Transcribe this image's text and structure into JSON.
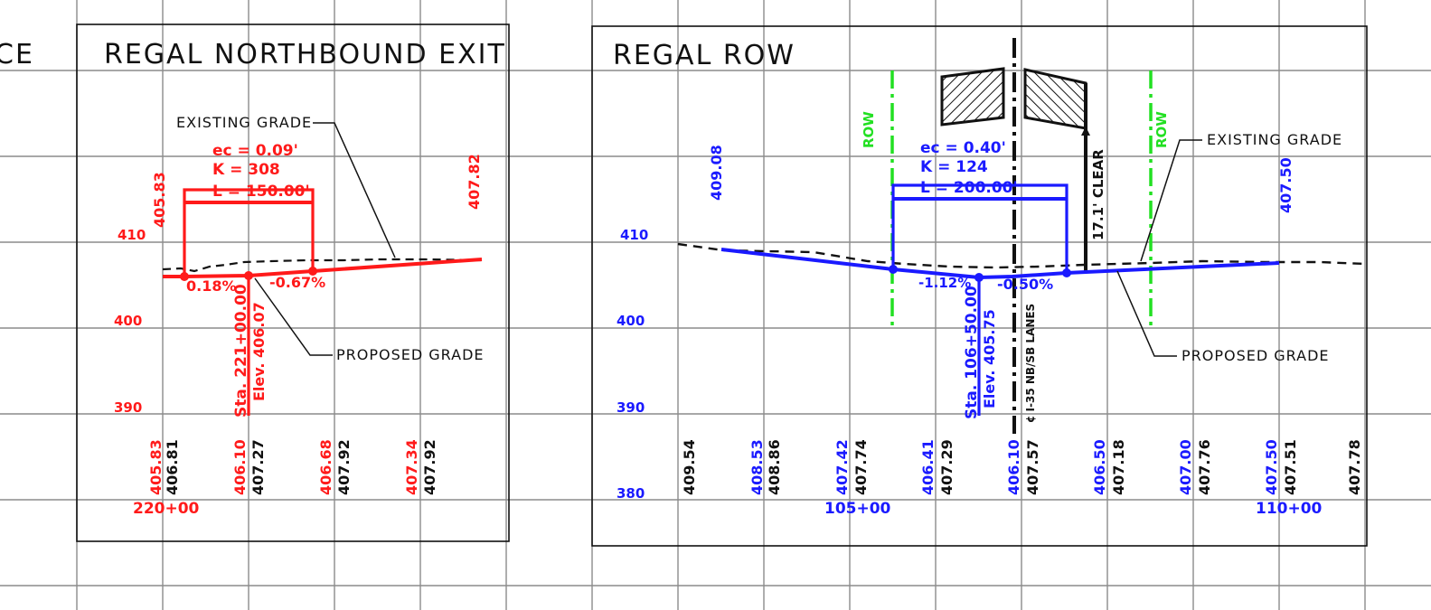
{
  "left_sheet": {
    "title_fragment": "CE",
    "title": "REGAL NORTHBOUND EXIT",
    "existing_grade_label": "EXISTING GRADE",
    "proposed_grade_label": "PROPOSED GRADE",
    "curve": {
      "ec": "ec = 0.09'",
      "k": "K = 308",
      "l": "L = 150.00'"
    },
    "grades": {
      "left": "0.18%",
      "right": "-0.67%"
    },
    "pvi_station": "Sta. 221+00.00",
    "pvi_elev": "Elev. 406.07",
    "top_elev_left": "405.83",
    "top_elev_right": "407.82",
    "elev_ticks": [
      "410",
      "400",
      "390"
    ],
    "station_label": "220+00",
    "bottom_values": [
      {
        "proposed": "405.83",
        "existing": "406.81"
      },
      {
        "proposed": "406.10",
        "existing": "407.27"
      },
      {
        "proposed": "406.68",
        "existing": "407.92"
      },
      {
        "proposed": "407.34",
        "existing": "407.92"
      }
    ]
  },
  "right_sheet": {
    "title": "REGAL ROW",
    "existing_grade_label": "EXISTING GRADE",
    "proposed_grade_label": "PROPOSED GRADE",
    "curve": {
      "ec": "ec = 0.40'",
      "k": "K = 124",
      "l": "L = 200.00'"
    },
    "grades": {
      "left": "-1.12%",
      "right": "-0.50%"
    },
    "pvi_station": "Sta. 106+50.00",
    "pvi_elev": "Elev. 405.75",
    "top_elev_left": "409.08",
    "top_elev_right": "407.50",
    "clearance": "17.1' CLEAR",
    "row_left": "ROW",
    "row_right": "ROW",
    "centerline_label": "¢ I-35 NB/SB LANES",
    "elev_ticks": [
      "410",
      "400",
      "390",
      "380"
    ],
    "station_labels": [
      "105+00",
      "110+00"
    ],
    "bottom_values": [
      {
        "proposed": "",
        "existing": "409.54"
      },
      {
        "proposed": "408.53",
        "existing": "408.86"
      },
      {
        "proposed": "407.42",
        "existing": "407.74"
      },
      {
        "proposed": "406.41",
        "existing": "407.29"
      },
      {
        "proposed": "406.10",
        "existing": "407.57"
      },
      {
        "proposed": "406.50",
        "existing": "407.18"
      },
      {
        "proposed": "407.00",
        "existing": "407.76"
      },
      {
        "proposed": "407.50",
        "existing": "407.51"
      },
      {
        "proposed": "",
        "existing": "407.78"
      }
    ]
  },
  "colors": {
    "grid": "#8c8c8c",
    "left_profile": "#ff1a1a",
    "right_profile": "#1a1aff",
    "row_line": "#22e022",
    "ink": "#111111"
  }
}
